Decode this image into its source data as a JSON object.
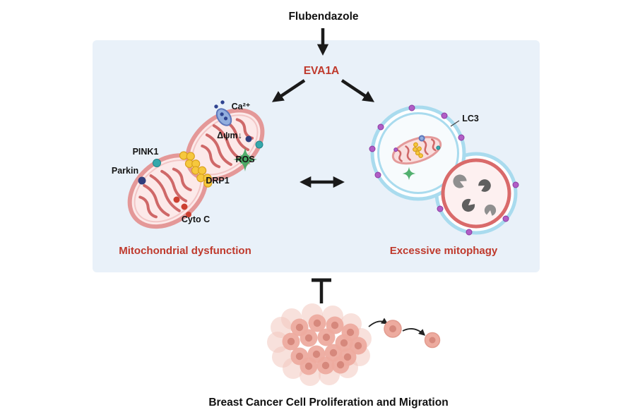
{
  "diagram": {
    "title": "Flubendazole",
    "node_eva1a": "EVA1A",
    "panel": {
      "left": {
        "caption": "Mitochondrial dysfunction",
        "labels": {
          "ca": "Ca²⁺",
          "mmp": "Δψm↓",
          "ros": "ROS",
          "pink1": "PINK1",
          "parkin": "Parkin",
          "drp1": "DRP1",
          "cytoc": "Cyto C"
        }
      },
      "right": {
        "caption": "Excessive mitophagy",
        "labels": {
          "lc3": "LC3"
        }
      }
    },
    "bottom_caption": "Breast Cancer Cell Proliferation and Migration",
    "colors": {
      "accent_red": "#bf392c",
      "panel_bg": "#e9f1f9",
      "membrane_pink": "#e49898",
      "crista_red": "#cf6868",
      "drp1_yellow": "#f6c83d",
      "autophagosome_blue": "#a9dbee",
      "lysosome_red": "#d96a6a",
      "enzyme_gray": "#8f8f8f",
      "purple_dot": "#b05ec6",
      "cell_pink": "#edab9f",
      "nucleus_pink": "#d6887c",
      "ros_green": "#3fa75f",
      "calcium_blue": "#92aede",
      "teal_dot": "#35a8ab",
      "navy_dot": "#303d7c"
    }
  }
}
